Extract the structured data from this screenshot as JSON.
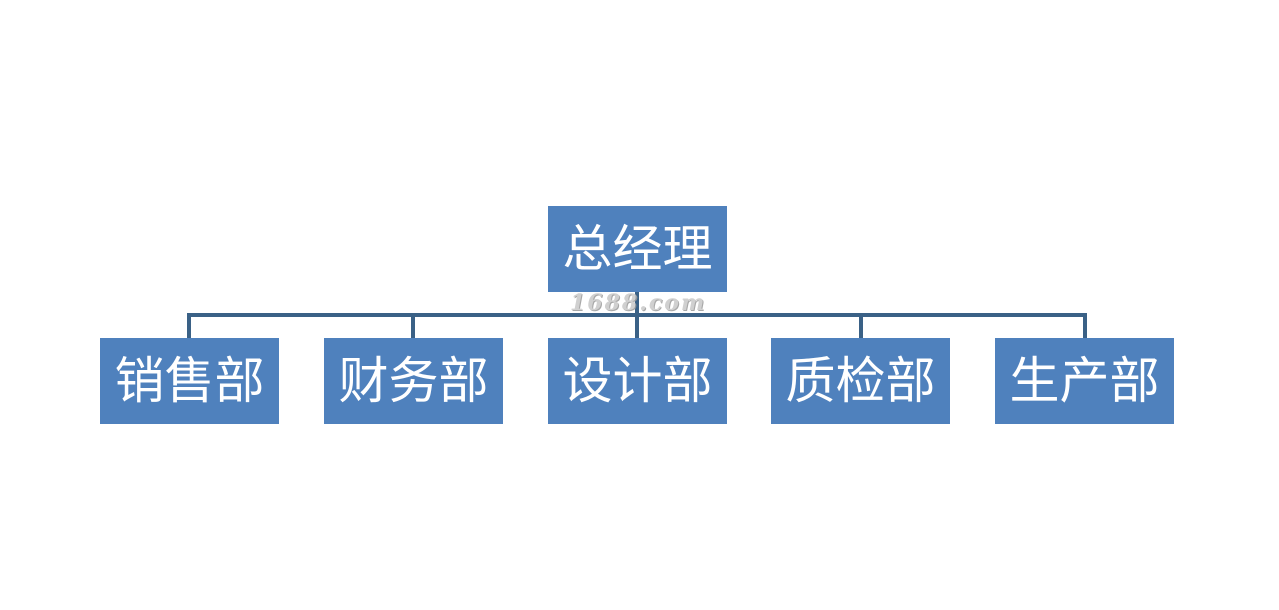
{
  "org_chart": {
    "root": {
      "label": "总经理"
    },
    "departments": [
      {
        "label": "销售部"
      },
      {
        "label": "财务部"
      },
      {
        "label": "设计部"
      },
      {
        "label": "质检部"
      },
      {
        "label": "生产部"
      }
    ]
  },
  "watermark": {
    "text": "1688.com"
  },
  "colors": {
    "node_fill": "#4f81bd",
    "node_text": "#ffffff",
    "connector": "#3a6186",
    "background": "#ffffff"
  }
}
